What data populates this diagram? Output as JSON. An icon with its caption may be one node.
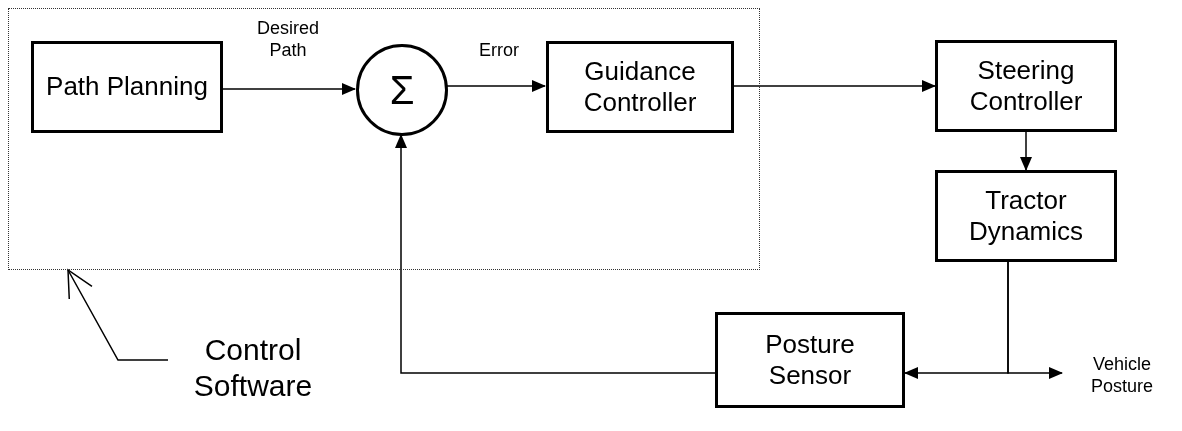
{
  "diagram": {
    "nodes": [
      {
        "text": [],
        "shape": "box"
      },
      {
        "text": [
          "Path Planning"
        ],
        "in": 0
      },
      {
        "text": [
          "Σ"
        ],
        "in": 0
      },
      {
        "text": [
          "Guidance Controller"
        ],
        "in": 0
      },
      {
        "text": [
          "Steering Controller"
        ]
      },
      {
        "text": [
          "Tractor Dynamics"
        ]
      },
      {
        "text": [
          "Posture Sensor"
        ]
      },
      {
        "text": [
          "Control Software"
        ]
      },
      {
        "text": [
          "Vehicle Posture"
        ]
      }
    ],
    "edges": [
      {
        "from": 1,
        "to": 2,
        "arrow": "to",
        "label": "Desired Path"
      },
      {
        "from": 2,
        "to": 3,
        "arrow": "to",
        "label": "Error"
      },
      {
        "from": 3,
        "to": 4,
        "arrow": "to"
      },
      {
        "from": 4,
        "to": 5,
        "arrow": "to"
      },
      {
        "from": 5,
        "to": 6,
        "arrow": "to"
      },
      {
        "from": 5,
        "to": 8,
        "arrow": "to"
      },
      {
        "from": 6,
        "to": 2,
        "arrow": "to"
      },
      {
        "from": 7,
        "to": 0,
        "arrow": "to"
      }
    ]
  }
}
